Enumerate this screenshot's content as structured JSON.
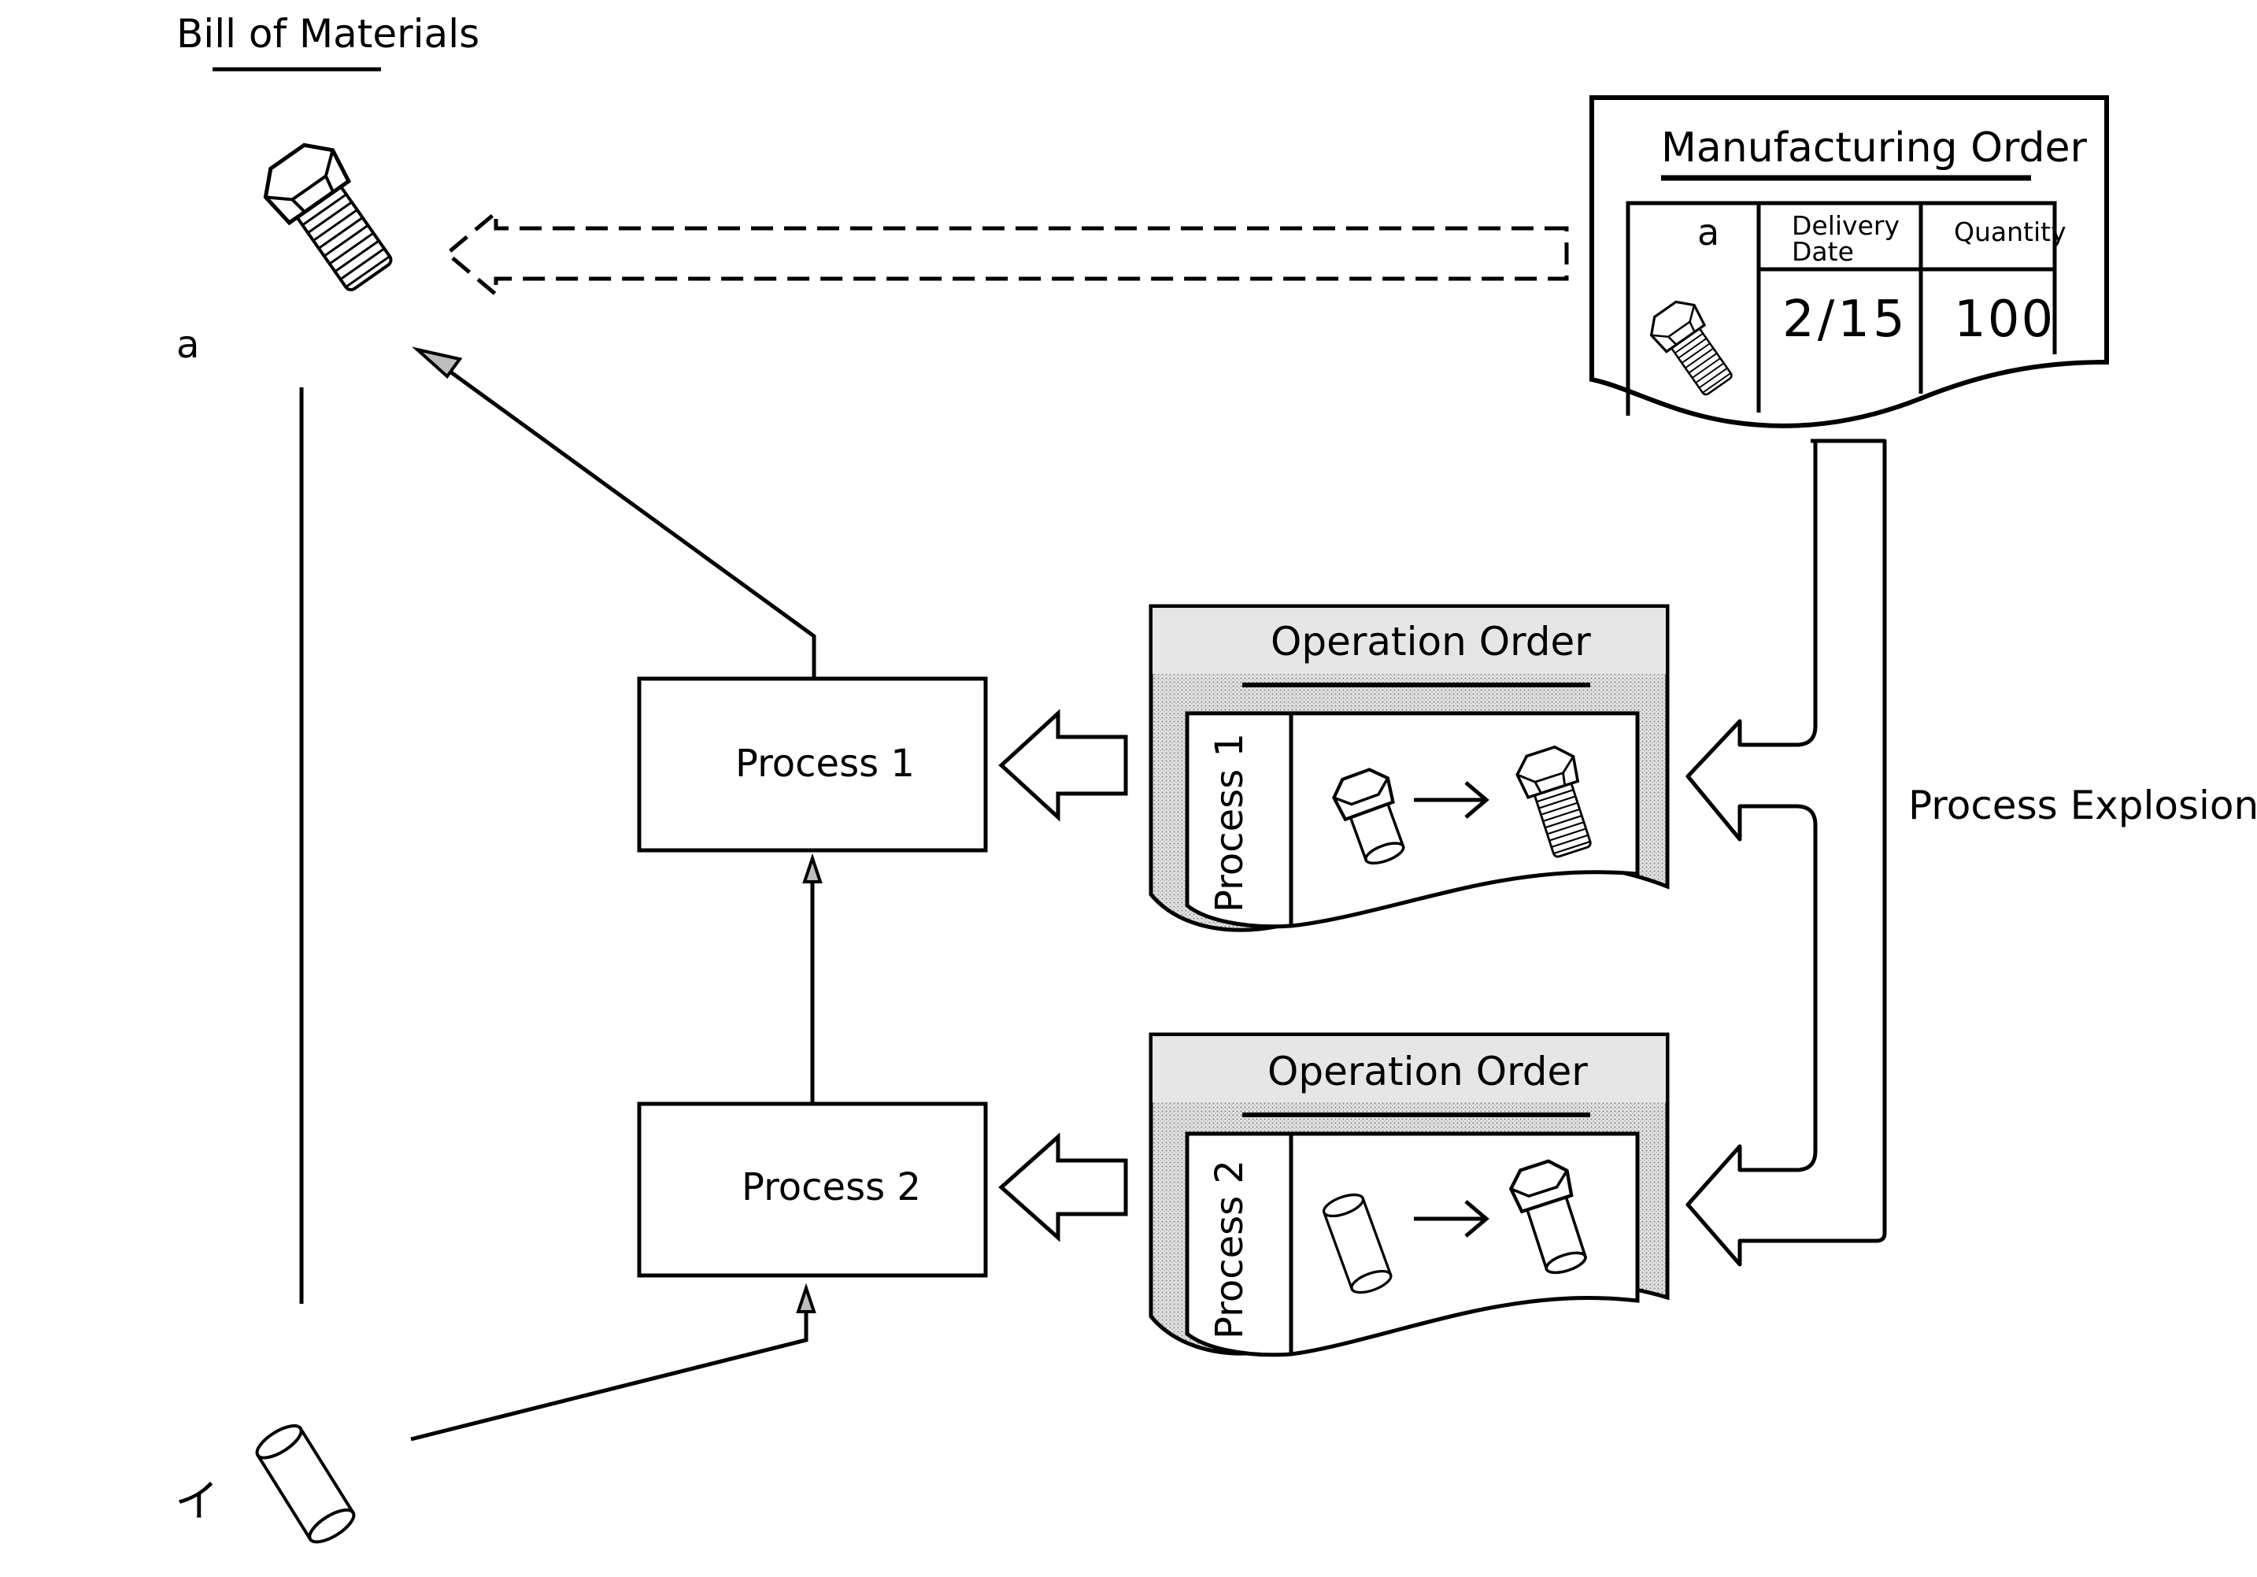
{
  "bill_of_materials": {
    "title": "Bill of Materials",
    "parent_item_label": "a",
    "child_item_label": "イ"
  },
  "manufacturing_order": {
    "title": "Manufacturing Order",
    "item_label": "a",
    "delivery_date_header": "Delivery Date",
    "quantity_header": "Quantity",
    "delivery_date_value": "2/15",
    "quantity_value": "100"
  },
  "processes": [
    {
      "label": "Process 1"
    },
    {
      "label": "Process 2"
    }
  ],
  "operation_orders": [
    {
      "title": "Operation Order",
      "process_label": "Process 1"
    },
    {
      "title": "Operation Order",
      "process_label": "Process 2"
    }
  ],
  "process_explosion_label": "Process Explosion",
  "colors": {
    "line": "#000000",
    "shaded_order_background": "#d4d4d4",
    "background": "#ffffff"
  }
}
